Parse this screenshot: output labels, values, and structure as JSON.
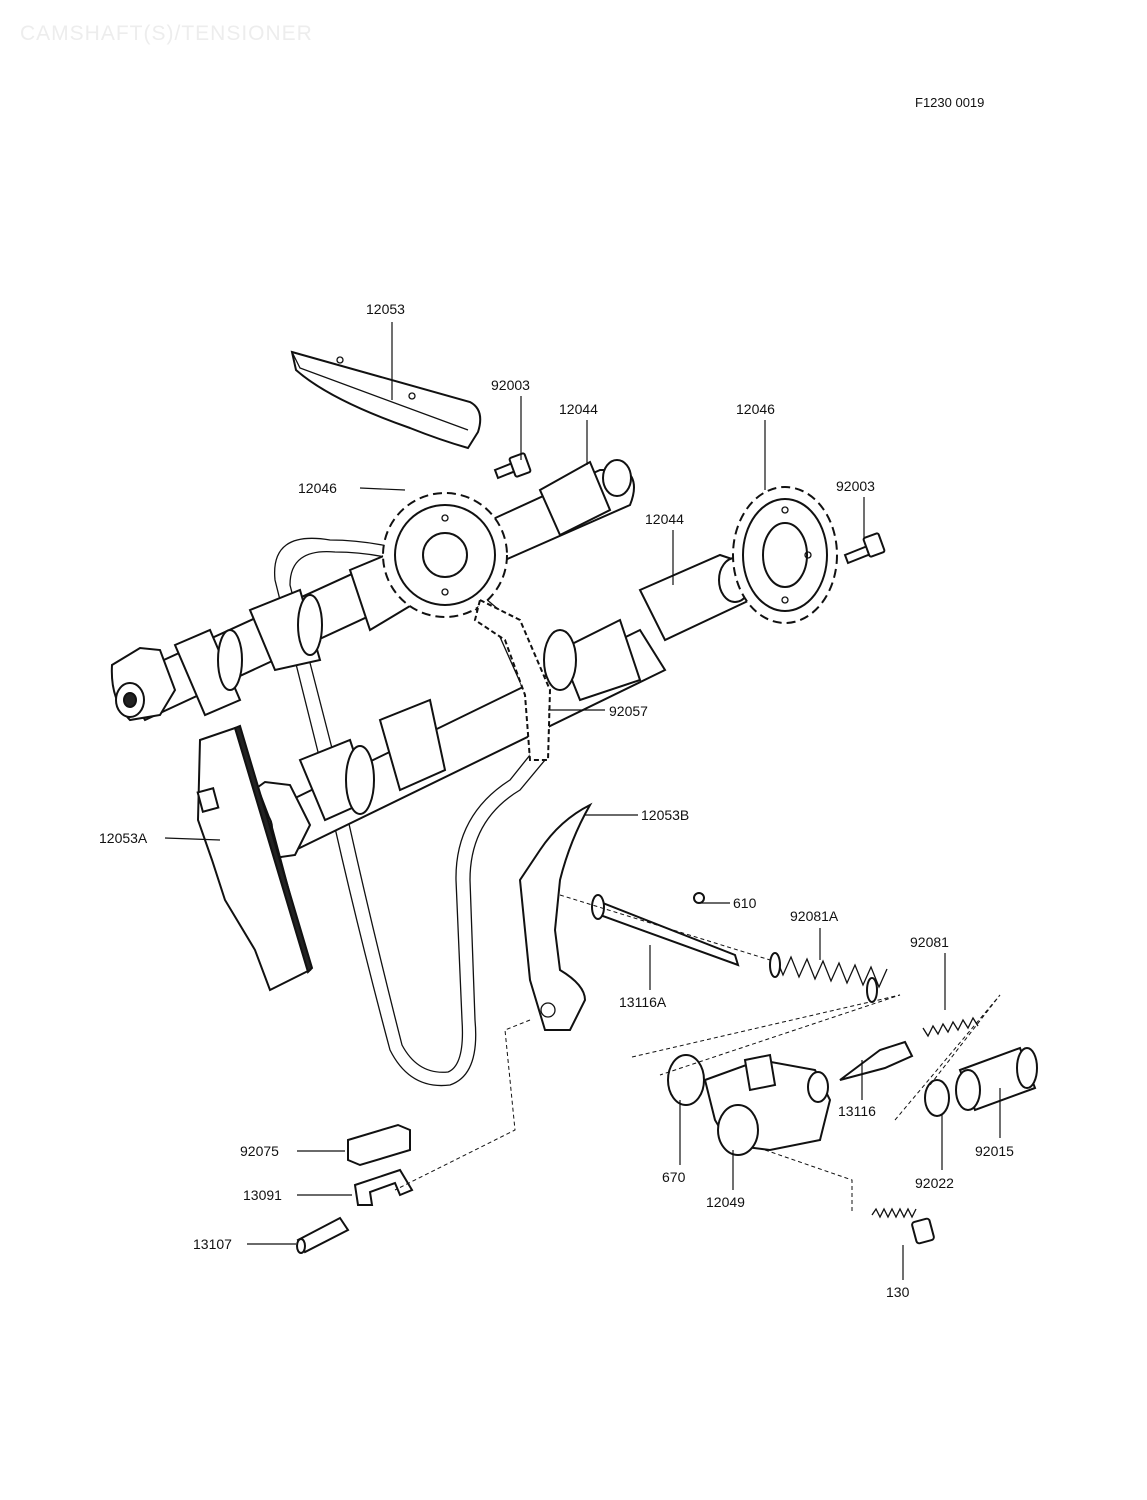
{
  "header": {
    "title": "CAMSHAFT(S)/TENSIONER",
    "figure_code": "F1230 0019"
  },
  "labels": {
    "p12053": "12053",
    "p92003_a": "92003",
    "p12044_a": "12044",
    "p12046_a": "12046",
    "p12046_b": "12046",
    "p92003_b": "92003",
    "p12044_b": "12044",
    "p92057": "92057",
    "p12053A": "12053A",
    "p12053B": "12053B",
    "p610": "610",
    "p92081A": "92081A",
    "p13116A": "13116A",
    "p92081": "92081",
    "p13116": "13116",
    "p670": "670",
    "p12049": "12049",
    "p92022": "92022",
    "p92015": "92015",
    "p92075": "92075",
    "p13091": "13091",
    "p13107": "13107",
    "p130": "130"
  }
}
